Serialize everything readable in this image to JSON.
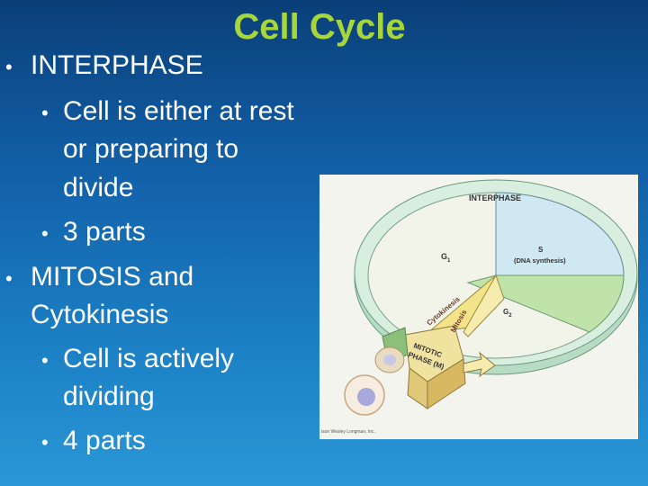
{
  "slide": {
    "title": "Cell Cycle",
    "bullet_char": "•",
    "lines": [
      "INTERPHASE",
      "Cell is either at rest",
      "or preparing to",
      "divide",
      "3 parts",
      "MITOSIS and",
      "Cytokinesis",
      "Cell is actively",
      "dividing",
      "4 parts"
    ]
  },
  "figure": {
    "interphase_label": "INTERPHASE",
    "g1_label": "G",
    "g1_sub": "1",
    "s_label": "S",
    "s_desc": "(DNA synthesis)",
    "g2_label": "G",
    "g2_sub": "2",
    "cytokinesis_label": "Cytokinesis",
    "mitosis_label": "Mitosis",
    "mitotic_label": "MITOTIC",
    "phase_label": "PHASE (M)",
    "credit": "ison Wesley Longman, Inc."
  }
}
